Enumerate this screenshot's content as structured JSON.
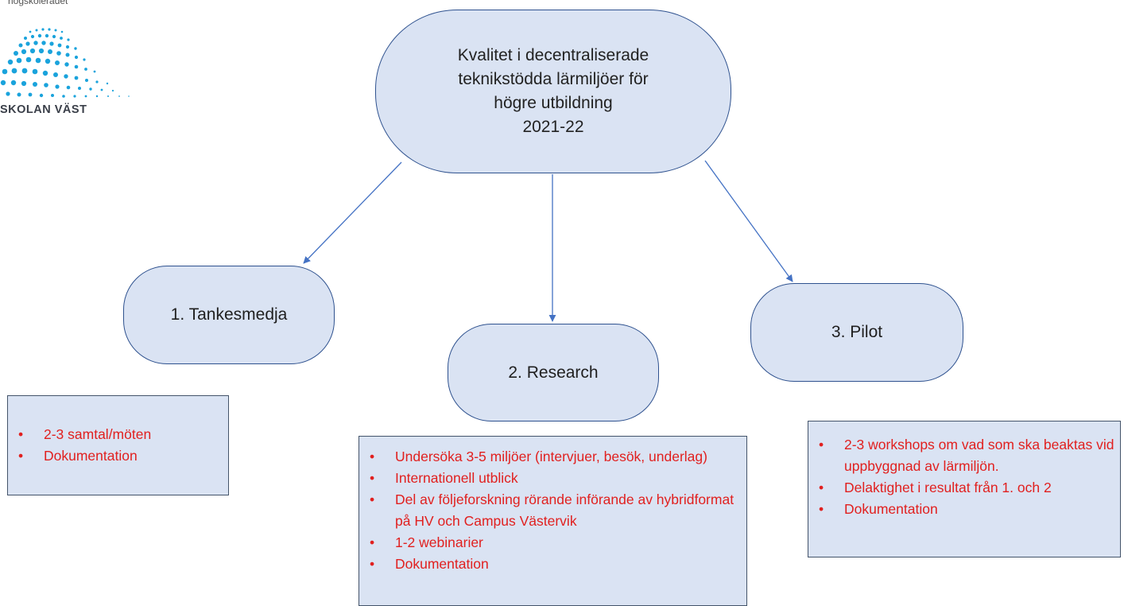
{
  "logo": {
    "org_text": "högskoleradet",
    "name": "SKOLAN VÄST",
    "icon": "hogskolan-vast-logo"
  },
  "main_node": {
    "lines": [
      "Kvalitet i decentraliserade",
      "teknikstödda lärmiljöer för",
      "högre utbildning",
      "2021-22"
    ]
  },
  "nodes": [
    {
      "label": "1. Tankesmedja"
    },
    {
      "label": "2. Research"
    },
    {
      "label": "3. Pilot"
    }
  ],
  "boxes": [
    {
      "items": [
        "2-3 samtal/möten",
        "Dokumentation"
      ]
    },
    {
      "items": [
        "Undersöka 3-5 miljöer (intervjuer, besök, underlag)",
        "Internationell utblick",
        "Del av följeforskning rörande införande av hybridformat på HV och Campus Västervik",
        "1-2 webinarier",
        "Dokumentation"
      ]
    },
    {
      "items": [
        "2-3 workshops om vad som ska beaktas vid uppbyggnad av lärmiljön.",
        "Delaktighet i resultat från 1. och 2",
        "Dokumentation"
      ]
    }
  ],
  "colors": {
    "node_fill": "#dae3f3",
    "node_border": "#2f528f",
    "bullet_text": "#e1201f",
    "arrow": "#4472c4"
  }
}
